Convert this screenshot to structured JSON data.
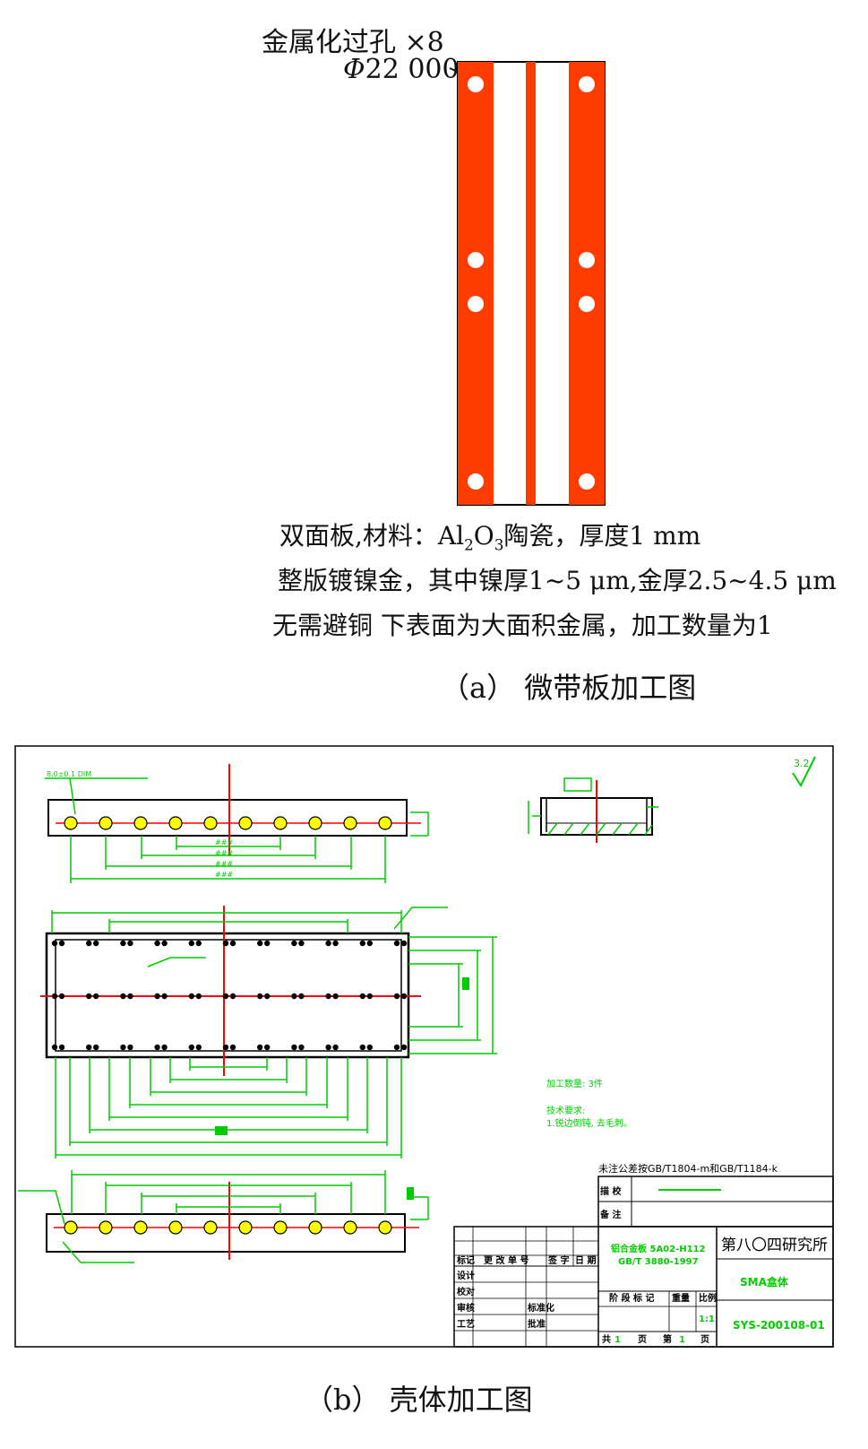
{
  "figure_a": {
    "annotation_line1": "金属化过孔 ×8",
    "annotation_diameter_symbol": "Φ",
    "annotation_diameter_value": "22 000",
    "notes": {
      "line1_prefix": "双面板,材料：Al",
      "line1_sub1": "2",
      "line1_mid": "O",
      "line1_sub2": "3",
      "line1_suffix": "陶瓷，厚度1 mm",
      "line2": "整版镀镍金，其中镍厚1~5 μm,金厚2.5~4.5 μm",
      "line3": "无需避铜  下表面为大面积金属，加工数量为1"
    },
    "caption": "（a）  微带板加工图",
    "colors": {
      "board": "#ff3c00",
      "hole": "#ffffff",
      "outline": "#000000"
    }
  },
  "figure_b": {
    "roughness_symbol": "3.2",
    "tolerance_note": "未注公差按GB/T1804-m和GB/T1184-k",
    "process_note": "加工数量: 3件",
    "tech_req_title": "技术要求:",
    "tech_req_1": "1.锐边倒钝, 去毛刺。",
    "material_line1": "铝合金板 5A02-H112",
    "material_line2": "GB/T 3880-1997",
    "title_block": {
      "institute": "第八〇四研究所",
      "part_name": "SMA盒体",
      "drawing_no": "SYS-200108-01",
      "row_labels": [
        "标记",
        "设计",
        "校对",
        "审核",
        "工艺"
      ],
      "header_labels": [
        "更 改 单 号",
        "签 字",
        "日 期"
      ],
      "standardize": "标准化",
      "approve": "批准",
      "stage_label": "阶 段 标 记",
      "weight_label": "重量",
      "scale_label": "比例",
      "scale_value": "1:1",
      "sheet_total_prefix": "共",
      "sheet_total": "1",
      "sheet_total_suffix": "页",
      "sheet_no_prefix": "第",
      "sheet_no": "1",
      "sheet_no_suffix": "页",
      "archive_label": "描 校",
      "base_label": "备 注"
    },
    "caption": "（b）  壳体加工图",
    "colors": {
      "dimension": "#00cc00",
      "centerline": "#ff0000",
      "outline": "#000000",
      "hole_fill": "#ffff00"
    }
  }
}
